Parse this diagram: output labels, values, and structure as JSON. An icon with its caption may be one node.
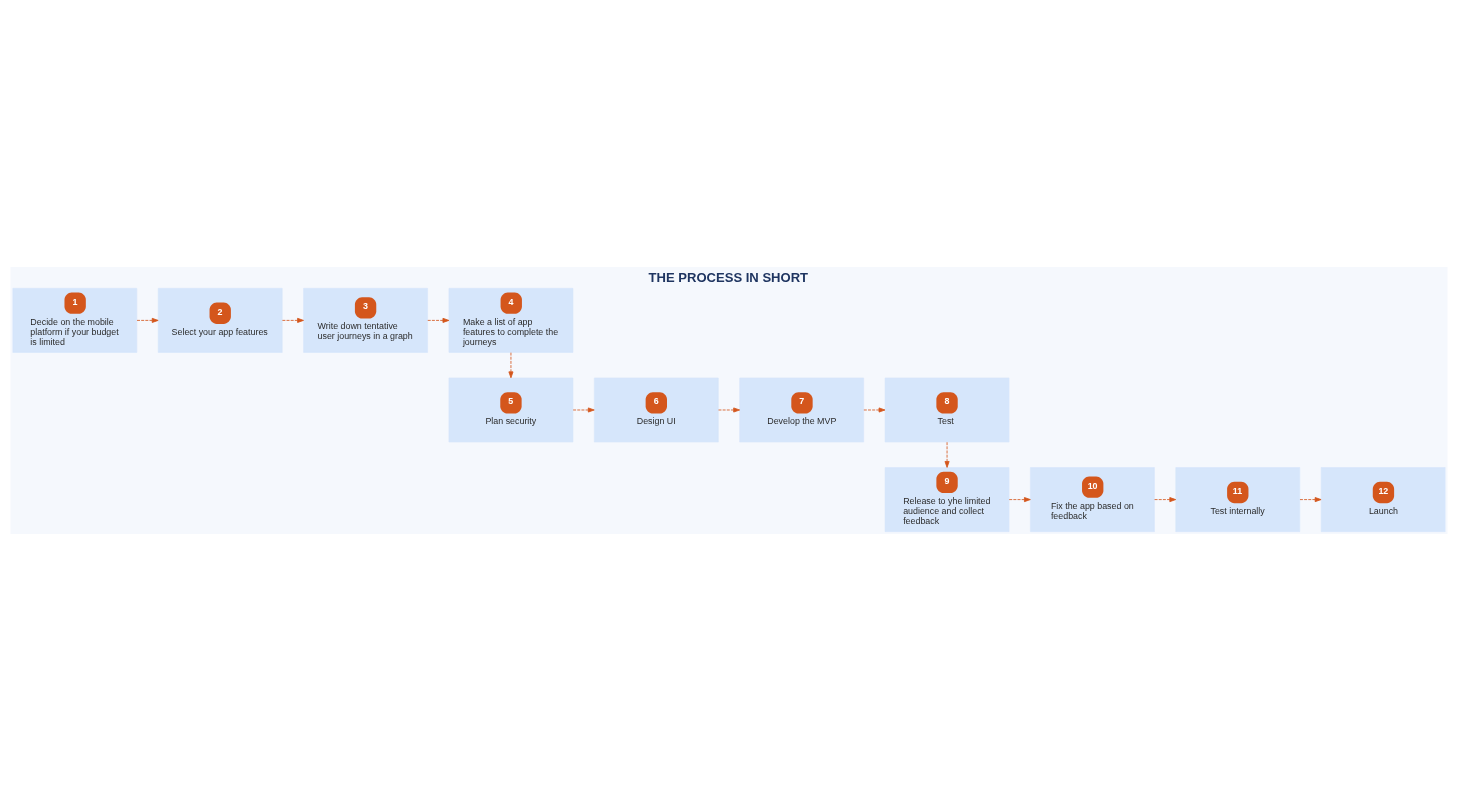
{
  "diagram": {
    "title": "THE PROCESS IN SHORT",
    "nodes": [
      {
        "text": [
          "1",
          "Decide on the mobile platform if your budget is limited"
        ]
      },
      {
        "text": [
          "2",
          "Select your app features"
        ]
      },
      {
        "text": [
          "3",
          "Write down tentative user journeys in a graph"
        ]
      },
      {
        "text": [
          "4",
          "Make a list of app features to complete the journeys"
        ]
      },
      {
        "text": [
          "5",
          "Plan security"
        ]
      },
      {
        "text": [
          "6",
          "Design UI"
        ]
      },
      {
        "text": [
          "7",
          "Develop the MVP"
        ]
      },
      {
        "text": [
          "8",
          "Test"
        ]
      },
      {
        "text": [
          "9",
          "Release to yhe limited audience and collect feedback"
        ]
      },
      {
        "text": [
          "10",
          "Fix the app based on feedback"
        ]
      },
      {
        "text": [
          "11",
          "Test internally"
        ]
      },
      {
        "text": [
          "12",
          "Launch"
        ]
      }
    ],
    "edges": [
      {
        "from": 0,
        "to": 1,
        "arrow": "to",
        "style": "dashed"
      },
      {
        "from": 1,
        "to": 2,
        "arrow": "to",
        "style": "dashed"
      },
      {
        "from": 2,
        "to": 3,
        "arrow": "to",
        "style": "dashed"
      },
      {
        "from": 3,
        "to": 4,
        "arrow": "to",
        "style": "dashed"
      },
      {
        "from": 4,
        "to": 5,
        "arrow": "to",
        "style": "dashed"
      },
      {
        "from": 5,
        "to": 6,
        "arrow": "to",
        "style": "dashed"
      },
      {
        "from": 6,
        "to": 7,
        "arrow": "to",
        "style": "dashed"
      },
      {
        "from": 7,
        "to": 8,
        "arrow": "to",
        "style": "dashed"
      },
      {
        "from": 8,
        "to": 9,
        "arrow": "to",
        "style": "dashed"
      },
      {
        "from": 9,
        "to": 10,
        "arrow": "to",
        "style": "dashed"
      },
      {
        "from": 10,
        "to": 11,
        "arrow": "to",
        "style": "dashed"
      }
    ]
  }
}
